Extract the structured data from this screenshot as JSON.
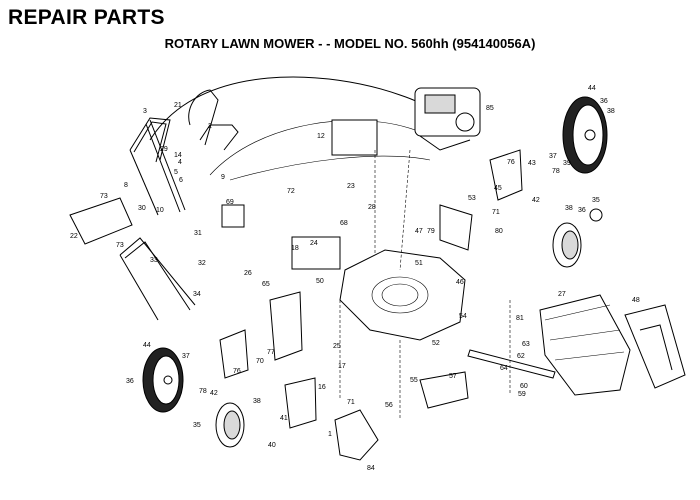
{
  "header": {
    "title": "REPAIR PARTS",
    "subtitle": "ROTARY LAWN MOWER - - MODEL NO. 560hh (954140056A)"
  },
  "parts": [
    {
      "id": "p21",
      "label": "21"
    },
    {
      "id": "p3",
      "label": "3"
    },
    {
      "id": "p2",
      "label": "2"
    },
    {
      "id": "p12",
      "label": "12"
    },
    {
      "id": "p85",
      "label": "85"
    },
    {
      "id": "p44a",
      "label": "44"
    },
    {
      "id": "p36a",
      "label": "36"
    },
    {
      "id": "p38a",
      "label": "38"
    },
    {
      "id": "p29",
      "label": "29"
    },
    {
      "id": "p14",
      "label": "14"
    },
    {
      "id": "p8",
      "label": "8"
    },
    {
      "id": "p4",
      "label": "4"
    },
    {
      "id": "p5",
      "label": "5"
    },
    {
      "id": "p6",
      "label": "6"
    },
    {
      "id": "p9",
      "label": "9"
    },
    {
      "id": "p73a",
      "label": "73"
    },
    {
      "id": "p30",
      "label": "30"
    },
    {
      "id": "p10",
      "label": "10"
    },
    {
      "id": "p22",
      "label": "22"
    },
    {
      "id": "p73b",
      "label": "73"
    },
    {
      "id": "p69",
      "label": "69"
    },
    {
      "id": "p72",
      "label": "72"
    },
    {
      "id": "p23",
      "label": "23"
    },
    {
      "id": "p28",
      "label": "28"
    },
    {
      "id": "p53",
      "label": "53"
    },
    {
      "id": "p76a",
      "label": "76"
    },
    {
      "id": "p43a",
      "label": "43"
    },
    {
      "id": "p39a",
      "label": "39"
    },
    {
      "id": "p37a",
      "label": "37"
    },
    {
      "id": "p78a",
      "label": "78"
    },
    {
      "id": "p45a",
      "label": "45"
    },
    {
      "id": "p71a",
      "label": "71"
    },
    {
      "id": "p42a",
      "label": "42"
    },
    {
      "id": "p35",
      "label": "35"
    },
    {
      "id": "p38b",
      "label": "38"
    },
    {
      "id": "p36b",
      "label": "36"
    },
    {
      "id": "p33",
      "label": "33"
    },
    {
      "id": "p31",
      "label": "31"
    },
    {
      "id": "p32",
      "label": "32"
    },
    {
      "id": "p34",
      "label": "34"
    },
    {
      "id": "p26",
      "label": "26"
    },
    {
      "id": "p18",
      "label": "18"
    },
    {
      "id": "p24",
      "label": "24"
    },
    {
      "id": "p68",
      "label": "68"
    },
    {
      "id": "p65",
      "label": "65"
    },
    {
      "id": "p47",
      "label": "47"
    },
    {
      "id": "p79",
      "label": "79"
    },
    {
      "id": "p80",
      "label": "80"
    },
    {
      "id": "p51",
      "label": "51"
    },
    {
      "id": "p50",
      "label": "50"
    },
    {
      "id": "p46a",
      "label": "46"
    },
    {
      "id": "p27",
      "label": "27"
    },
    {
      "id": "p48",
      "label": "48"
    },
    {
      "id": "p54",
      "label": "54"
    },
    {
      "id": "p81",
      "label": "81"
    },
    {
      "id": "p63",
      "label": "63"
    },
    {
      "id": "p62",
      "label": "62"
    },
    {
      "id": "p64",
      "label": "64"
    },
    {
      "id": "p60",
      "label": "60"
    },
    {
      "id": "p59",
      "label": "59"
    },
    {
      "id": "p44b",
      "label": "44"
    },
    {
      "id": "p37b",
      "label": "37"
    },
    {
      "id": "p36c",
      "label": "36"
    },
    {
      "id": "p42b",
      "label": "42"
    },
    {
      "id": "p76b",
      "label": "76"
    },
    {
      "id": "p78b",
      "label": "78"
    },
    {
      "id": "p40",
      "label": "40"
    },
    {
      "id": "p70",
      "label": "70"
    },
    {
      "id": "p77",
      "label": "77"
    },
    {
      "id": "p52",
      "label": "52"
    },
    {
      "id": "p25",
      "label": "25"
    },
    {
      "id": "p17",
      "label": "17"
    },
    {
      "id": "p55",
      "label": "55"
    },
    {
      "id": "p56",
      "label": "56"
    },
    {
      "id": "p57",
      "label": "57"
    },
    {
      "id": "p71b",
      "label": "71"
    },
    {
      "id": "p41",
      "label": "41"
    },
    {
      "id": "p1",
      "label": "1"
    },
    {
      "id": "p84",
      "label": "84"
    },
    {
      "id": "p16",
      "label": "16"
    },
    {
      "id": "p38c",
      "label": "38"
    },
    {
      "id": "p35b",
      "label": "35"
    }
  ]
}
